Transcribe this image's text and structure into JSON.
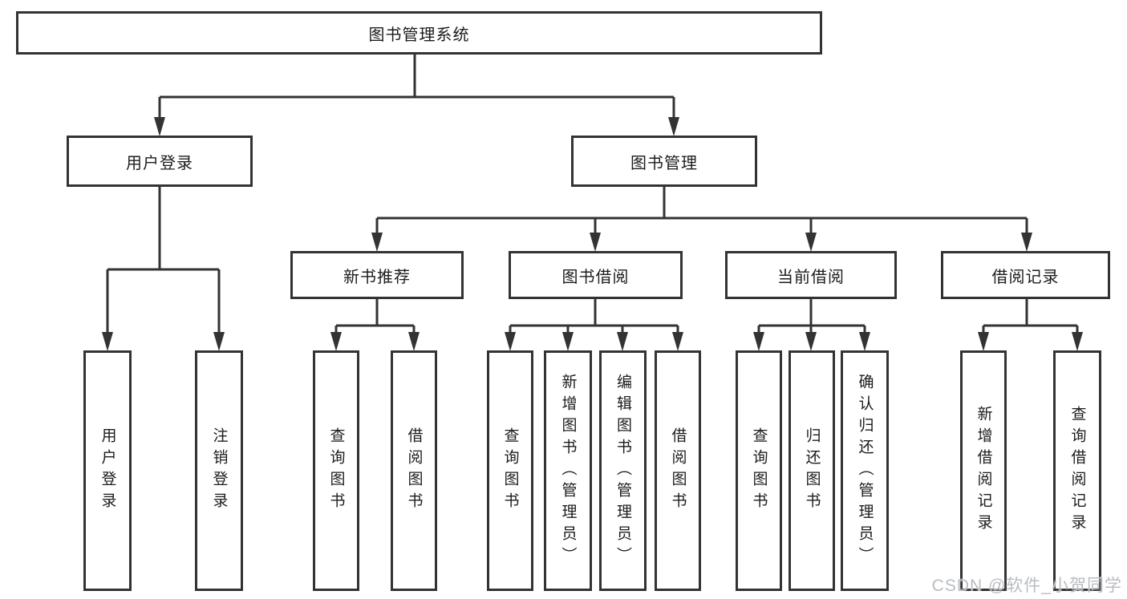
{
  "diagram_type": "hierarchy-tree",
  "colors": {
    "line": "#333333",
    "box_border": "#333333",
    "text": "#1c1c1c",
    "background": "#ffffff",
    "watermark": "#b9bcc1"
  },
  "watermark": {
    "text": "CSDN @软件_小贺同学"
  },
  "tree": {
    "label": "图书管理系统",
    "children": [
      {
        "label": "用户登录",
        "children": [
          {
            "label": "用户登录"
          },
          {
            "label": "注销登录"
          }
        ]
      },
      {
        "label": "图书管理",
        "children": [
          {
            "label": "新书推荐",
            "children": [
              {
                "label": "查询图书"
              },
              {
                "label": "借阅图书"
              }
            ]
          },
          {
            "label": "图书借阅",
            "children": [
              {
                "label": "查询图书"
              },
              {
                "label": "新增图书（管理员）"
              },
              {
                "label": "编辑图书（管理员）"
              },
              {
                "label": "借阅图书"
              }
            ]
          },
          {
            "label": "当前借阅",
            "children": [
              {
                "label": "查询图书"
              },
              {
                "label": "归还图书"
              },
              {
                "label": "确认归还（管理员）"
              }
            ]
          },
          {
            "label": "借阅记录",
            "children": [
              {
                "label": "新增借阅记录"
              },
              {
                "label": "查询借阅记录"
              }
            ]
          }
        ]
      }
    ]
  }
}
